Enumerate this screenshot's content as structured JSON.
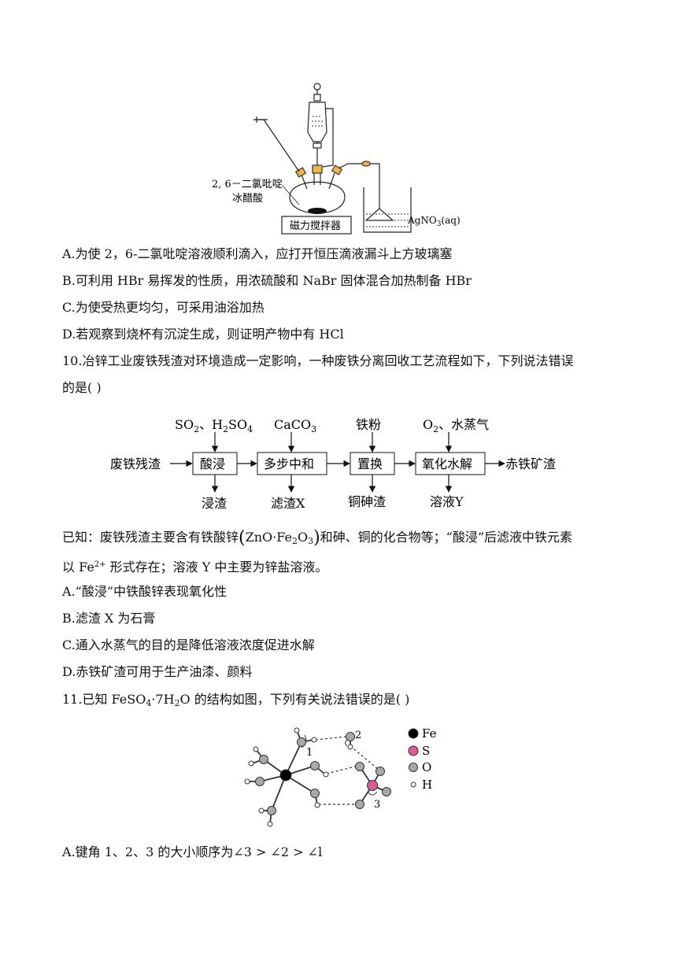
{
  "apparatus": {
    "label_reagent_1": "2, 6－二氯吡啶",
    "label_reagent_2": "冰醋酸",
    "stirrer": "磁力搅拌器",
    "beaker": "AgNO",
    "beaker_sub": "3",
    "beaker_tail": "(aq)"
  },
  "q9": {
    "A": "A.为使 2，6-二氯吡啶溶液顺利滴入，应打开恒压滴液漏斗上方玻璃塞",
    "B": "B.可利用 HBr 易挥发的性质，用浓硫酸和 NaBr 固体混合加热制备 HBr",
    "C": "C.为使受热更均匀，可采用油浴加热",
    "D": "D.若观察到烧杯有沉淀生成，则证明产物中有 HCl"
  },
  "q10": {
    "stem_1": "10.冶锌工业废铁残渣对环境造成一定影响，一种废铁分离回收工艺流程如下，下列说法错误",
    "stem_2": "的是(   )",
    "flow": {
      "input": "废铁残渣",
      "output": "赤铁矿渣",
      "steps": [
        "酸浸",
        "多步中和",
        "置换",
        "氧化水解"
      ],
      "reagents": [
        {
          "a": "SO",
          "a_sub": "2",
          "sep": "、H",
          "b_sub": "2",
          "b": "SO",
          "c_sub": "4"
        },
        {
          "a": "CaCO",
          "a_sub": "3"
        },
        {
          "a": "铁粉"
        },
        {
          "a": "O",
          "a_sub": "2",
          "sep": "、水蒸气"
        }
      ],
      "products": [
        "浸渣",
        "滤渣X",
        "铜砷渣",
        "溶液Y"
      ]
    },
    "known_1a": "已知：废铁残渣主要含有铁酸锌",
    "formula_zno": "ZnO·Fe",
    "formula_sub2": "2",
    "formula_o": "O",
    "formula_sub3": "3",
    "known_1b": "和砷、铜的化合物等；“酸浸”后滤液中铁元素",
    "known_2a": "以 Fe",
    "known_2sup": "2+",
    "known_2b": " 形式存在；溶液 Y 中主要为锌盐溶液。",
    "A": "A.“酸浸”中铁酸锌表现氧化性",
    "B": "B.滤渣 X 为石膏",
    "C": "C.通入水蒸气的目的是降低溶液浓度促进水解",
    "D": "D.赤铁矿渣可用于生产油漆、颜料"
  },
  "q11": {
    "stem_a": "11.已知 FeSO",
    "stem_sub4": "4",
    "stem_b": "·7H",
    "stem_sub2": "2",
    "stem_c": "O 的结构如图，下列有关说法错误的是(   )",
    "legend": [
      "Fe",
      "S",
      "O",
      "H"
    ],
    "angle_labels": [
      "1",
      "2",
      "3"
    ],
    "A_a": "A.键角 1、2、3 的大小顺序为∠3 > ∠2 > ∠l"
  },
  "colors": {
    "fe": "#000000",
    "s": "#e05a94",
    "o": "#a9a9a9",
    "h": "#ffffff"
  }
}
